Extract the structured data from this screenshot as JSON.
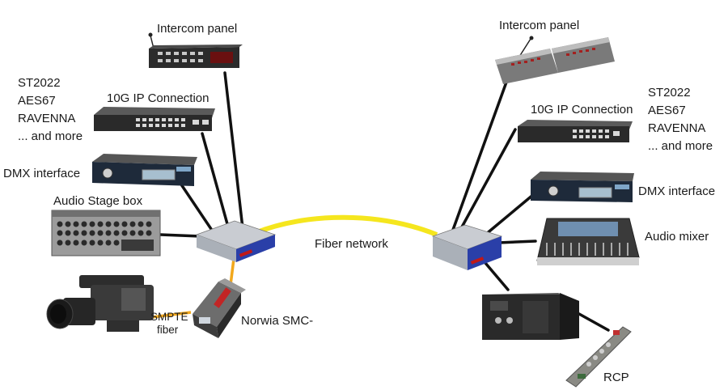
{
  "labels": {
    "intercom_left": "Intercom panel",
    "intercom_right": "Intercom panel",
    "protocols_left": [
      "ST2022",
      "AES67",
      "RAVENNA",
      "... and more"
    ],
    "protocols_right": [
      "ST2022",
      "AES67",
      "RAVENNA",
      "... and more"
    ],
    "ip_left": "10G IP Connection",
    "ip_right": "10G IP Connection",
    "dmx_left": "DMX interface",
    "dmx_right": "DMX interface",
    "stagebox": "Audio Stage box",
    "fiber_network": "Fiber network",
    "audio_mixer": "Audio mixer",
    "smpte": [
      "SMPTE",
      "fiber"
    ],
    "norwia": "Norwia SMC-",
    "rcp": "RCP"
  },
  "colors": {
    "fiber": "#f5e61e",
    "orange_fiber": "#f2a81d",
    "cable": "#111111",
    "node_top": "#c9ccd2",
    "node_blue": "#2a3fa8"
  }
}
